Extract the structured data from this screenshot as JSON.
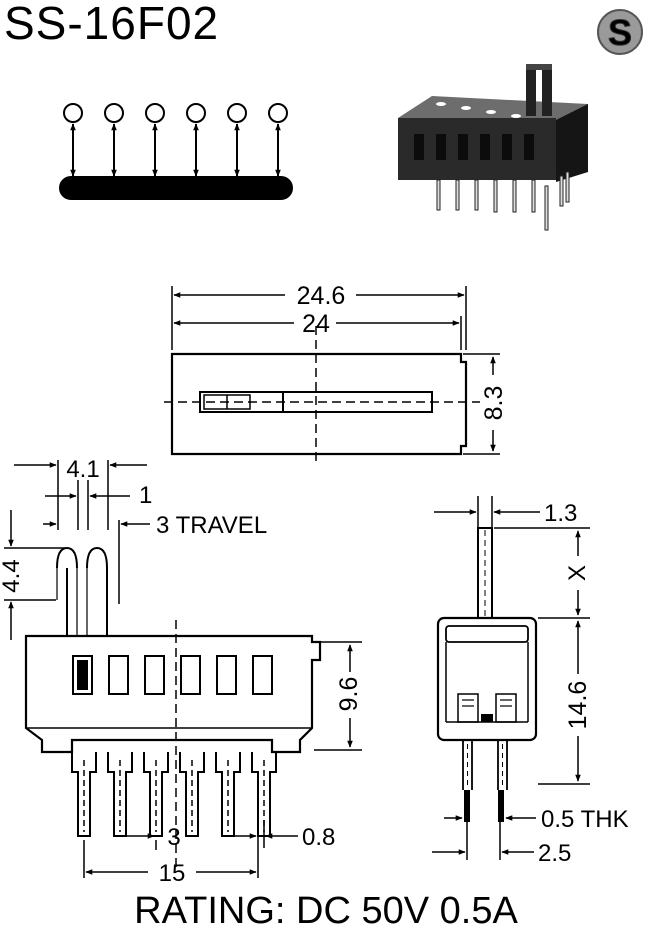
{
  "title": "SS-16F02",
  "logo": {
    "letter": "S",
    "icon": "s-circle-logo"
  },
  "rating": "RATING: DC 50V 0.5A",
  "dimensions": {
    "overall_length": "24.6",
    "body_length": "24",
    "body_width": "8.3",
    "handle_offset": "4.1",
    "handle_width": "1",
    "travel": "3 TRAVEL",
    "handle_height": "4.4",
    "body_height": "9.6",
    "pin_pitch": "3",
    "pin_width": "0.8",
    "pin_span": "15",
    "actuator_thickness": "1.3",
    "actuator_length": "X",
    "side_height": "14.6",
    "pin_thickness": "0.5 THK",
    "pin_row_spacing": "2.5"
  },
  "colors": {
    "ink": "#000000",
    "background": "#ffffff",
    "logo_fill": "#9a9a9a"
  }
}
